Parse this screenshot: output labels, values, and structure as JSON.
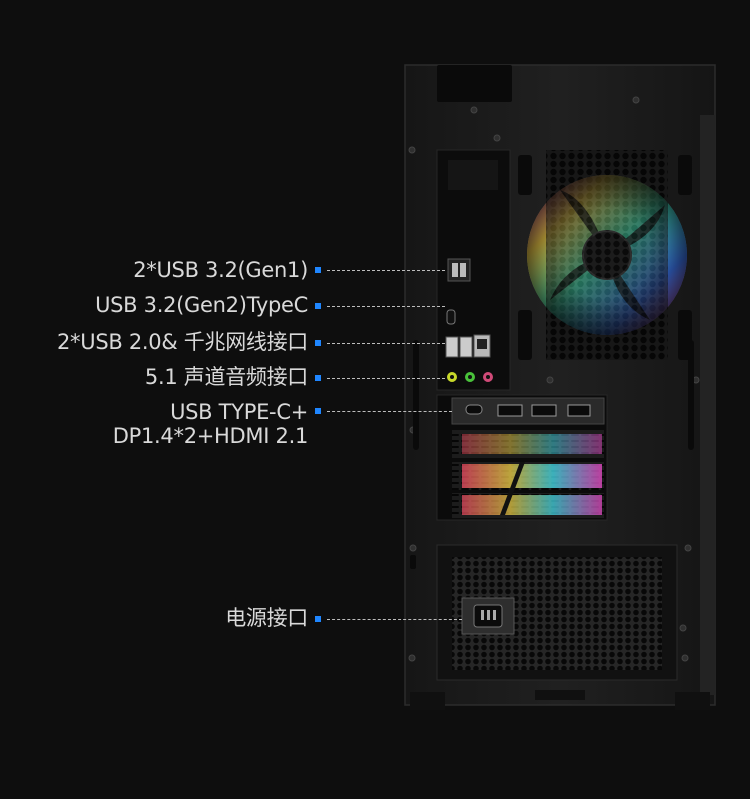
{
  "callouts": [
    {
      "id": "usb32-gen1",
      "text": "2*USB 3.2(Gen1)"
    },
    {
      "id": "usb32-gen2-typec",
      "text": "USB 3.2(Gen2)TypeC"
    },
    {
      "id": "usb20-lan",
      "text": "2*USB 2.0& 千兆网线接口"
    },
    {
      "id": "audio",
      "text": "5.1 声道音频接口"
    },
    {
      "id": "gpu-ports",
      "line1": "USB TYPE-C+",
      "line2": "DP1.4*2+HDMI 2.1"
    },
    {
      "id": "power",
      "text": "电源接口"
    }
  ],
  "colors": {
    "background": "#0e0e0e",
    "case_body": "#1b1b1b",
    "label_text": "#d9d9d9",
    "marker_dot": "#1f86ff",
    "leader_line": "#bdbdbd"
  }
}
